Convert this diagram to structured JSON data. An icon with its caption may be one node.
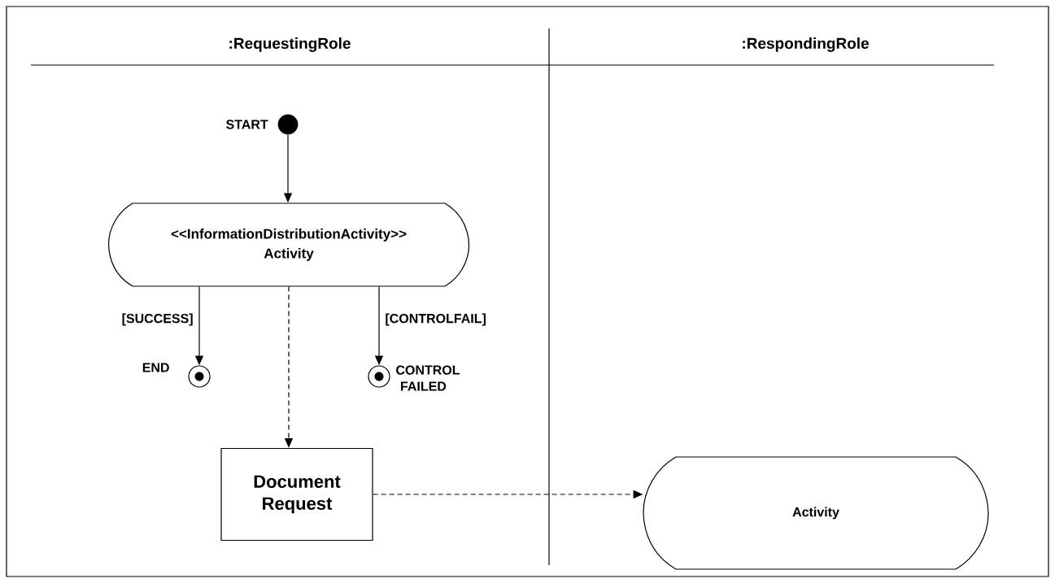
{
  "diagram": {
    "nodes": [
      {
        "text": [],
        "shape": "circle",
        "beside": [
          "START"
        ]
      },
      {
        "text": [
          "<<InformationDistributionActivity>>",
          "Activity"
        ]
      },
      {
        "text": [],
        "shape": "circle",
        "beside": [
          "END"
        ]
      },
      {
        "text": [],
        "shape": "circle",
        "beside": [
          "CONTROL FAILED"
        ]
      },
      {
        "text": [
          "Document Request"
        ]
      },
      {
        "text": [
          "Activity"
        ]
      }
    ],
    "edges": [
      {
        "from": 0,
        "to": 1,
        "arrow": "to"
      },
      {
        "from": 1,
        "to": 2,
        "arrow": "to",
        "label": "[SUCCESS]"
      },
      {
        "from": 1,
        "to": 3,
        "arrow": "to",
        "label": "[CONTROLFAIL]"
      },
      {
        "from": 1,
        "to": 4,
        "arrow": "to",
        "style": "dashed"
      },
      {
        "from": 4,
        "to": 5,
        "arrow": "to",
        "style": "dashed"
      }
    ],
    "labels": [
      ":RequestingRole",
      ":RespondingRole"
    ]
  }
}
